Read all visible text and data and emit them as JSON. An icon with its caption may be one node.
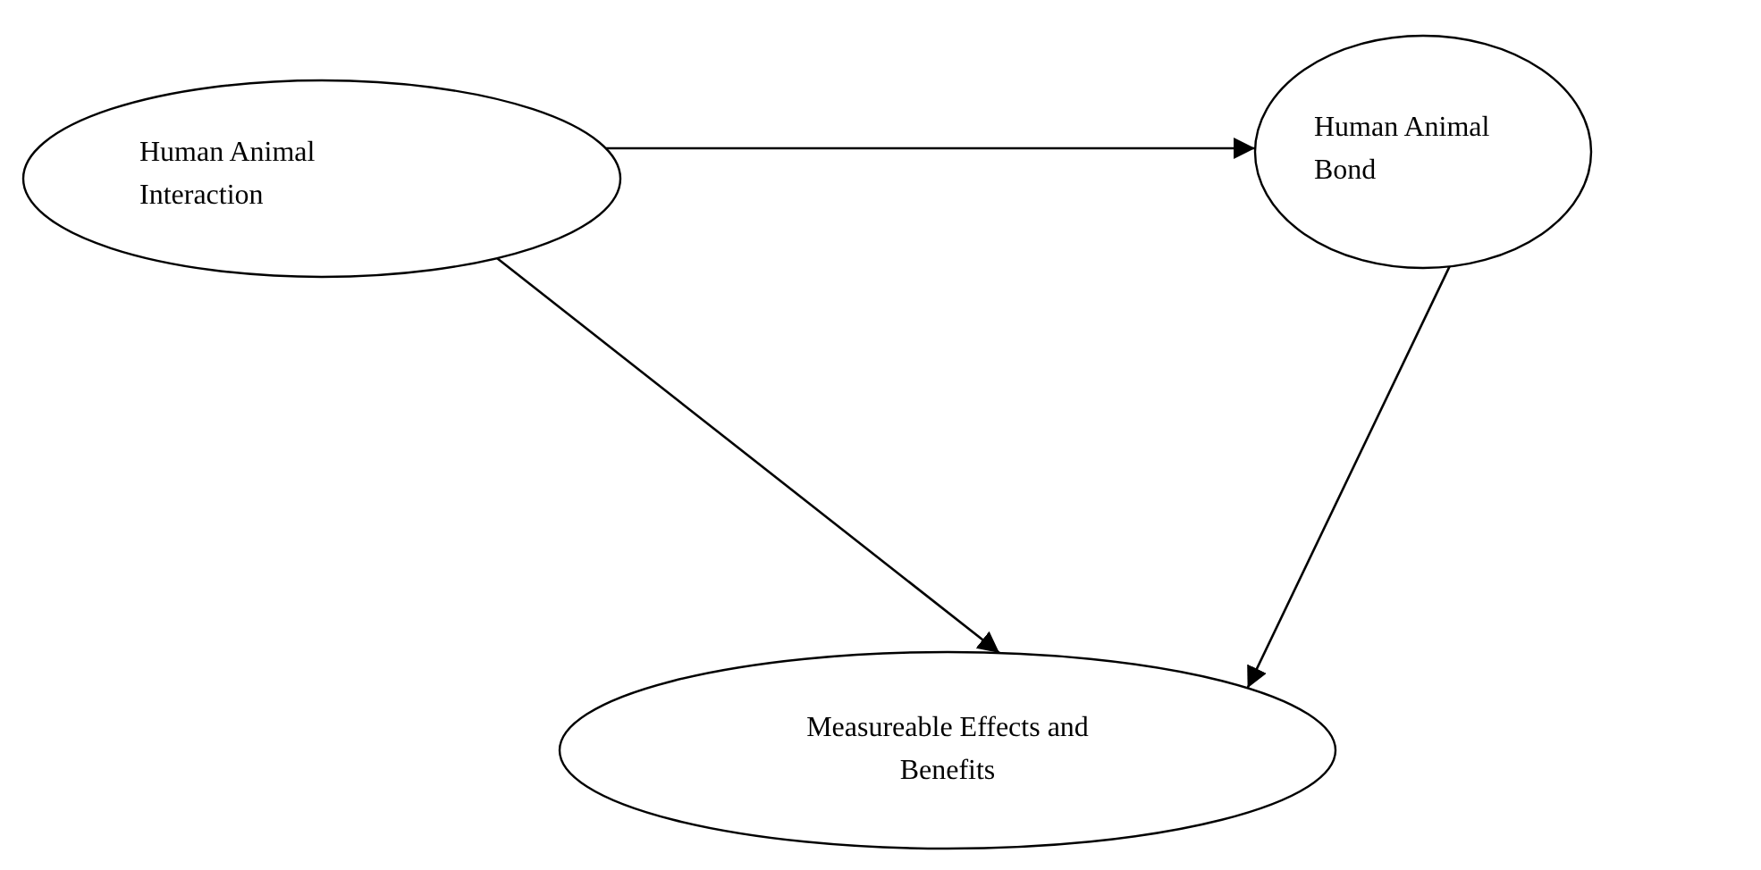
{
  "diagram": {
    "nodes": [
      {
        "text": [
          "Human Animal Interaction"
        ]
      },
      {
        "text": [
          "Human Animal Bond"
        ]
      },
      {
        "text": [
          "Measureable Effects and Benefits"
        ]
      }
    ],
    "edges": [
      {
        "from": 0,
        "to": 1,
        "arrow": "to"
      },
      {
        "from": 0,
        "to": 2,
        "arrow": "to"
      },
      {
        "from": 1,
        "to": 2,
        "arrow": "to"
      }
    ]
  }
}
